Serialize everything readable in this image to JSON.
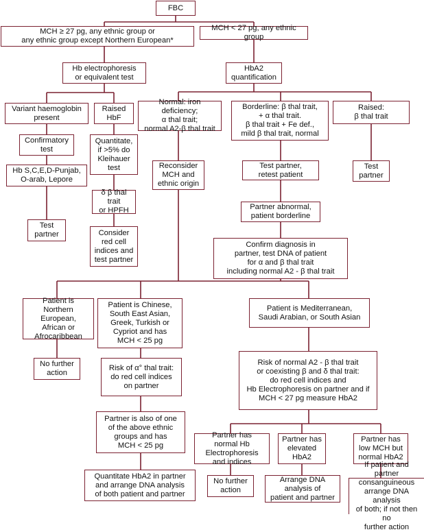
{
  "diagram": {
    "type": "flowchart",
    "line_color": "#7a2030",
    "nodes": {
      "fbc": "FBC",
      "mch_high": "MCH ≥ 27 pg, any ethnic group or\nany ethnic group except Northern European*",
      "mch_low": "MCH < 27 pg, any ethnic group",
      "hb_electro": "Hb electrophoresis\nor equivalent test",
      "hba2_quant": "HbA2\nquantification",
      "variant_hb": "Variant haemoglobin\npresent",
      "raised_hbf": "Raised\nHbF",
      "normal_iron": "Normal: iron deficiency;\nα thal trait;\nnormal A2-β thal trait",
      "borderline": "Borderline: β thal trait,\n+ α thal trait.\nβ thal trait + Fe def.,\nmild β thal trait, normal",
      "raised_beta": "Raised:\nβ thal trait",
      "confirmatory": "Confirmatory\ntest",
      "quantitate_hbf": "Quantitate,\nif >5% do\nKleihauer\ntest",
      "reconsider": "Reconsider\nMCH and\nethnic origin",
      "test_partner_retest": "Test partner,\nretest patient",
      "test_partner_raised": "Test\npartner",
      "hb_variants": "Hb S,C,E,D-Punjab,\nO-arab, Lepore",
      "db_thal": "δ β thal trait\nor HPFH",
      "partner_abnormal": "Partner abnormal,\npatient borderline",
      "test_partner_variant": "Test\npartner",
      "consider_red_cell": "Consider\nred cell\nindices and\ntest partner",
      "confirm_diagnosis": "Confirm diagnosis in\npartner, test DNA of patient\nfor α and β thal trait\nincluding normal A2 - β thal trait",
      "northern_european": "Patient is\nNorthern European,\nAfrican or\nAfrocaribbean",
      "chinese": "Patient is Chinese,\nSouth East Asian,\nGreek, Turkish or\nCypriot and has\nMCH < 25 pg",
      "mediterranean": "Patient is Mediterranean,\nSaudi Arabian, or South Asian",
      "no_further_1": "No further\naction",
      "risk_alpha0": "Risk of α° thal trait:\ndo red cell indices\non partner",
      "risk_normal_a2": "Risk of normal A2 - β thal trait\nor coexisting β and δ thal trait:\ndo red cell indices and\nHb Electrophoresis on partner and if\nMCH < 27 pg measure HbA2",
      "partner_also": "Partner is also of one\nof the above ethnic\ngroups and has\nMCH < 25 pg",
      "partner_normal_hb": "Partner has\nnormal Hb Electrophoresis\nand indices",
      "partner_elevated": "Partner has\nelevated\nHbA2",
      "partner_low_mch": "Partner has\nlow MCH but\nnormal HbA2",
      "quantitate_hba2": "Quantitate HbA2 in partner\nand arrange DNA analysis\nof both patient and partner",
      "no_further_2": "No further\naction",
      "arrange_dna": "Arrange DNA\nanalysis of\npatient and partner",
      "consanguineous": "If patient and\npartner consanguineous\narrange DNA analysis\nof both; if not then no\nfurther action"
    }
  }
}
